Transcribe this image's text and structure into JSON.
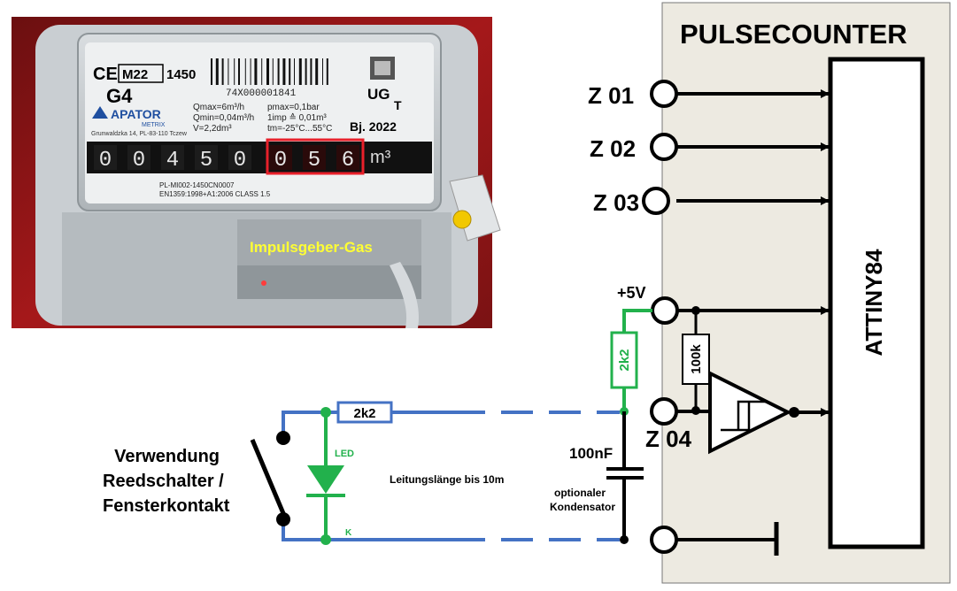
{
  "photo": {
    "ce_mark": "CE",
    "m_mark": "M22",
    "year_code": "1450",
    "model": "G4",
    "brand": "APATOR",
    "brand_sub": "METRIX",
    "address": "Grunwaldzka 14, PL-83-110 Tczew",
    "serial": "74X000001841",
    "qmax": "Qmax=6m³/h",
    "qmin": "Qmin=0,04m³/h",
    "volume": "V=2,2dm³",
    "pmax": "pmax=0,1bar",
    "impulse": "1imp ≙ 0,01m³",
    "temp": "tm=-25°C...55°C",
    "ug": "UG",
    "t": "T",
    "built": "Bj. 2022",
    "digits_black": [
      "0",
      "0",
      "4",
      "5",
      "0"
    ],
    "digits_red": [
      "0",
      "5",
      "6"
    ],
    "unit": "m³",
    "cert1": "PL-MI002-1450CN0007",
    "cert2": "EN1359:1998+A1:2006 CLASS 1.5",
    "overlay_label": "Impulsgeber-Gas"
  },
  "circuit": {
    "title": "PULSECOUNTER",
    "chip": "ATTINY84",
    "inputs": [
      "Z 01",
      "Z 02",
      "Z 03"
    ],
    "z04": "Z 04",
    "vcc": "+5V",
    "pullup": "2k2",
    "pulldown": "100k",
    "series_resistor": "2k2",
    "cap": "100nF",
    "cap_note_1": "optionaler",
    "cap_note_2": "Kondensator",
    "led": "LED",
    "led_k": "K",
    "cable": "Leitungslänge bis 10m",
    "usage_1": "Verwendung",
    "usage_2": "Reedschalter /",
    "usage_3": "Fensterkontakt"
  },
  "colors": {
    "wire_blue": "#4472c4",
    "wire_green": "#22b14c",
    "panel_bg": "#edeae1",
    "label_yellow": "#ffff33",
    "counter_red": "#e8202a"
  }
}
